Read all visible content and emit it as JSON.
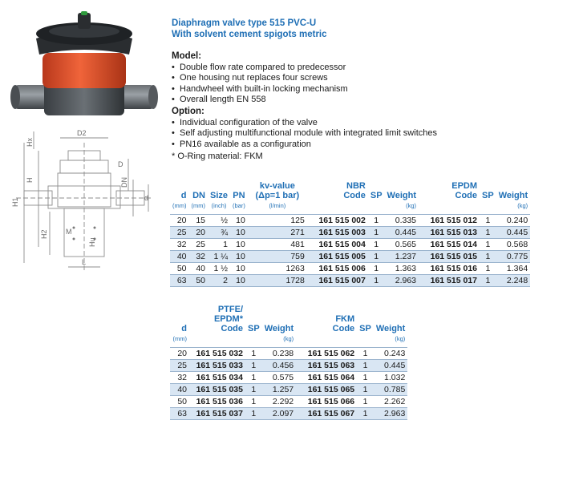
{
  "title": {
    "line1": "Diaphragm valve type 515 PVC-U",
    "line2": "With solvent cement spigots metric"
  },
  "model": {
    "heading": "Model:",
    "items": [
      "Double flow rate compared to predecessor",
      "One housing nut replaces four screws",
      "Handwheel with built-in locking mechanism",
      "Overall length EN 558"
    ]
  },
  "option": {
    "heading": "Option:",
    "items": [
      "Individual configuration of the valve",
      "Self adjusting multifunctional module with integrated limit switches",
      "PN16 available as a configuration"
    ],
    "note": "* O-Ring material: FKM"
  },
  "drawing": {
    "labels": [
      "H1",
      "H",
      "H2",
      "M",
      "L",
      "DN",
      "D2",
      "D",
      "d",
      "Hx",
      "Hu"
    ]
  },
  "table1": {
    "headers": [
      "d",
      "DN",
      "Size",
      "PN",
      "kv-value",
      "NBR",
      "SP",
      "Weight",
      "EPDM",
      "SP",
      "Weight"
    ],
    "headers2": [
      "",
      "",
      "",
      "",
      "(Δp=1 bar)",
      "Code",
      "",
      "",
      "Code",
      "",
      ""
    ],
    "units": [
      "(mm)",
      "(mm)",
      "(inch)",
      "(bar)",
      "(l/min)",
      "",
      "",
      "(kg)",
      "",
      "",
      "(kg)"
    ],
    "rows": [
      [
        "20",
        "15",
        "½",
        "10",
        "125",
        "161 515 002",
        "1",
        "0.335",
        "161 515 012",
        "1",
        "0.240"
      ],
      [
        "25",
        "20",
        "¾",
        "10",
        "271",
        "161 515 003",
        "1",
        "0.445",
        "161 515 013",
        "1",
        "0.445"
      ],
      [
        "32",
        "25",
        "1",
        "10",
        "481",
        "161 515 004",
        "1",
        "0.565",
        "161 515 014",
        "1",
        "0.568"
      ],
      [
        "40",
        "32",
        "1 ¼",
        "10",
        "759",
        "161 515 005",
        "1",
        "1.237",
        "161 515 015",
        "1",
        "0.775"
      ],
      [
        "50",
        "40",
        "1 ½",
        "10",
        "1263",
        "161 515 006",
        "1",
        "1.363",
        "161 515 016",
        "1",
        "1.364"
      ],
      [
        "63",
        "50",
        "2",
        "10",
        "1728",
        "161 515 007",
        "1",
        "2.963",
        "161 515 017",
        "1",
        "2.248"
      ]
    ]
  },
  "table2": {
    "headers": [
      "d",
      "PTFE/",
      "SP",
      "Weight",
      "FKM",
      "SP",
      "Weight"
    ],
    "headers2": [
      "",
      "EPDM*",
      "",
      "",
      "Code",
      "",
      ""
    ],
    "headers3": [
      "",
      "Code",
      "",
      "",
      "",
      "",
      ""
    ],
    "units": [
      "(mm)",
      "",
      "",
      "(kg)",
      "",
      "",
      "(kg)"
    ],
    "rows": [
      [
        "20",
        "161 515 032",
        "1",
        "0.238",
        "161 515 062",
        "1",
        "0.243"
      ],
      [
        "25",
        "161 515 033",
        "1",
        "0.456",
        "161 515 063",
        "1",
        "0.445"
      ],
      [
        "32",
        "161 515 034",
        "1",
        "0.575",
        "161 515 064",
        "1",
        "1.032"
      ],
      [
        "40",
        "161 515 035",
        "1",
        "1.257",
        "161 515 065",
        "1",
        "0.785"
      ],
      [
        "50",
        "161 515 036",
        "1",
        "2.292",
        "161 515 066",
        "1",
        "2.262"
      ],
      [
        "63",
        "161 515 037",
        "1",
        "2.097",
        "161 515 067",
        "1",
        "2.963"
      ]
    ]
  }
}
